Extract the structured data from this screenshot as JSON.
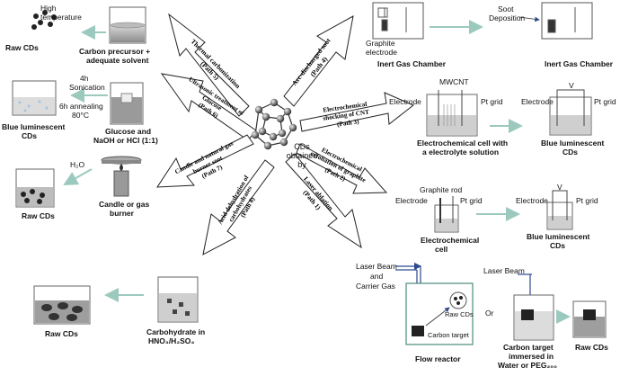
{
  "center": {
    "label_line1": "CDs",
    "label_line2": "obtained",
    "label_line3": "by"
  },
  "paths": [
    {
      "id": "path5",
      "line1": "Thermal carbonization",
      "line2": "(Path 5)"
    },
    {
      "id": "path4",
      "line1": "Arc-discharged soot",
      "line2": "(Path 4)"
    },
    {
      "id": "path6",
      "line1": "Ultrasonic treatment of",
      "line2": "Glucose",
      "line3": "(Path 6)"
    },
    {
      "id": "path3",
      "line1": "Electrochemical",
      "line2": "shocking of CNT",
      "line3": "(Path 3)"
    },
    {
      "id": "path7",
      "line1": "Candle and natural gas",
      "line2": "burner soot",
      "line3": "(Path 7)"
    },
    {
      "id": "path2",
      "line1": "Electrochemical",
      "line2": "exfoliation of graphite",
      "line3": "(Path 2)"
    },
    {
      "id": "path8",
      "line1": "Acid dehydration of",
      "line2": "carbohydrates",
      "line3": "(Path 8)"
    },
    {
      "id": "path1",
      "line1": "Laser ablation",
      "line2": "(Path 1)"
    }
  ],
  "labels": {
    "high_temp_1": "High",
    "high_temp_2": "temperature",
    "raw_cds_tl": "Raw CDs",
    "precursor_1": "Carbon precursor +",
    "precursor_2": "adequate solvent",
    "graphite_electrode_1": "Graphite",
    "graphite_electrode_2": "electrode",
    "soot_1": "Soot",
    "soot_2": "Deposition",
    "inert_1": "Inert Gas Chamber",
    "inert_2": "Inert Gas Chamber",
    "sonic_1": "4h",
    "sonic_2": "Sonication",
    "anneal_1": "6h annealing",
    "anneal_2": "80°C",
    "blue_left_1": "Blue luminescent",
    "blue_left_2": "CDs",
    "glucose_1": "Glucose  and",
    "glucose_2": "NaOH or HCl (1:1)",
    "mwcnt": "MWCNT",
    "electrode_a": "Electrode",
    "ptgrid_a": "Pt grid",
    "electrode_b": "Electrode",
    "v_a": "V",
    "ptgrid_b": "Pt grid",
    "cell_1": "Electrochemical cell with",
    "cell_2": "a electrolyte solution",
    "blue_r1_1": "Blue luminescent",
    "blue_r1_2": "CDs",
    "h2o": "H₂O",
    "raw_cds_candle": "Raw CDs",
    "candle_1": "Candle or gas",
    "candle_2": "burner",
    "graphite_rod": "Graphite rod",
    "electrode_c": "Electrode",
    "ptgrid_c": "Pt grid",
    "electrode_d": "Electrode",
    "v_b": "V",
    "ptgrid_d": "Pt grid",
    "echem_cell_1": "Electrochemical",
    "echem_cell_2": "cell",
    "blue_r2_1": "Blue luminescent",
    "blue_r2_2": "CDs",
    "laser_beam_1": "Laser Beam",
    "laser_and": "and",
    "carrier_gas": "Carrier Gas",
    "laser_beam_2": "Laser Beam",
    "raw_cds_reactor": "Raw CDs",
    "or": "Or",
    "carbon_target_1": "Carbon target",
    "flow_reactor": "Flow reactor",
    "carbon_target_2_1": "Carbon target",
    "carbon_target_2_2": "immersed in",
    "carbon_target_2_3": "Water or PEG₂₀₀",
    "raw_cds_br": "Raw CDs",
    "raw_cds_bl": "Raw CDs",
    "carbohydrate_1": "Carbohydrate in",
    "carbohydrate_2": "HNO₃/H₂SO₄"
  }
}
